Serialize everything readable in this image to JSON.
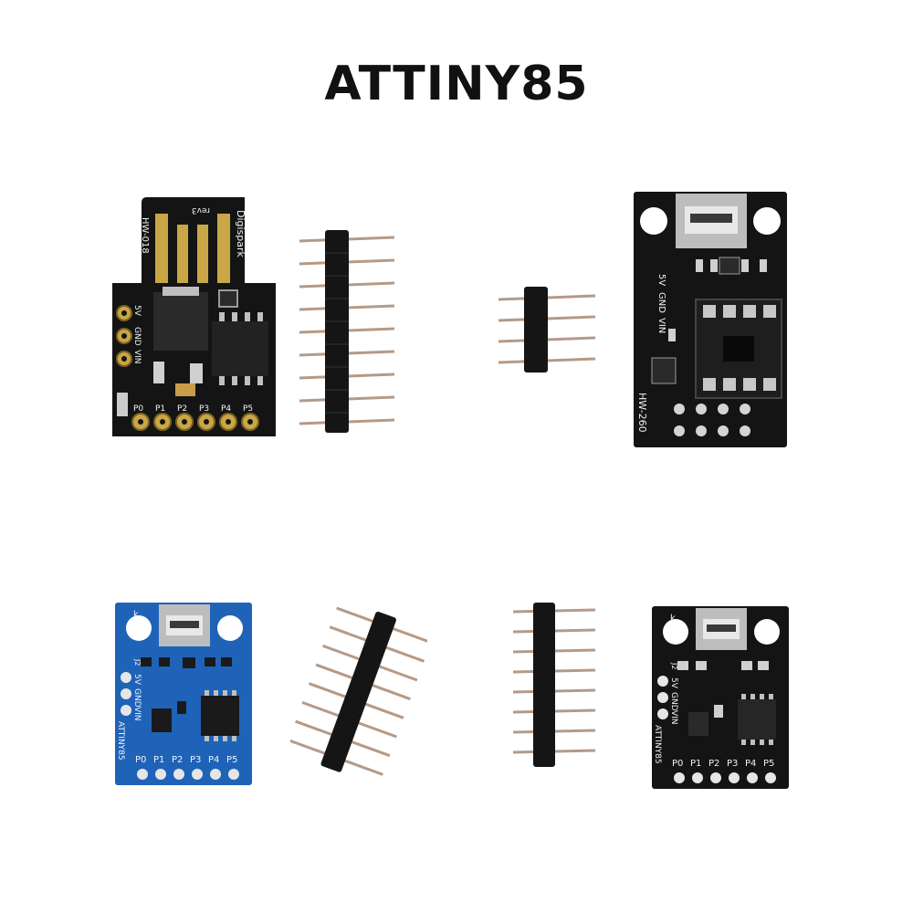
{
  "title": "ATTINY85",
  "colors": {
    "background": "#ffffff",
    "pcb_black": "#141414",
    "pcb_blue": "#1f63b8",
    "gold": "#c9a646",
    "pin_metal": "#b59a86",
    "silkscreen": "#f2f2f2"
  },
  "boards": {
    "digispark": {
      "brand": "Digispark",
      "rev": "rev3",
      "model": "HW-018",
      "power_pins": [
        "5V",
        "GND",
        "VIN"
      ],
      "io_pins": [
        "P0",
        "P1",
        "P2",
        "P3",
        "P4",
        "P5"
      ]
    },
    "programmer": {
      "model": "HW-260",
      "power_pins": [
        "5V",
        "GND",
        "VIN"
      ]
    },
    "blue": {
      "marker": "k",
      "jumper": "J2",
      "chip_label": "ATTINY85",
      "power_pins": [
        "5V",
        "GND",
        "VIN"
      ],
      "io_pins": [
        "P0",
        "P1",
        "P2",
        "P3",
        "P4",
        "P5"
      ]
    },
    "black": {
      "marker": "k",
      "jumper": "J2",
      "chip_label": "ATTINY85",
      "power_pins": [
        "5V",
        "GND",
        "VIN"
      ],
      "io_pins": [
        "P0",
        "P1",
        "P2",
        "P3",
        "P4",
        "P5"
      ]
    }
  },
  "headers": {
    "header_1": {
      "pins": 9
    },
    "header_2": {
      "pins": 4
    },
    "header_3": {
      "pins": 8
    },
    "header_4": {
      "pins": 8
    }
  }
}
